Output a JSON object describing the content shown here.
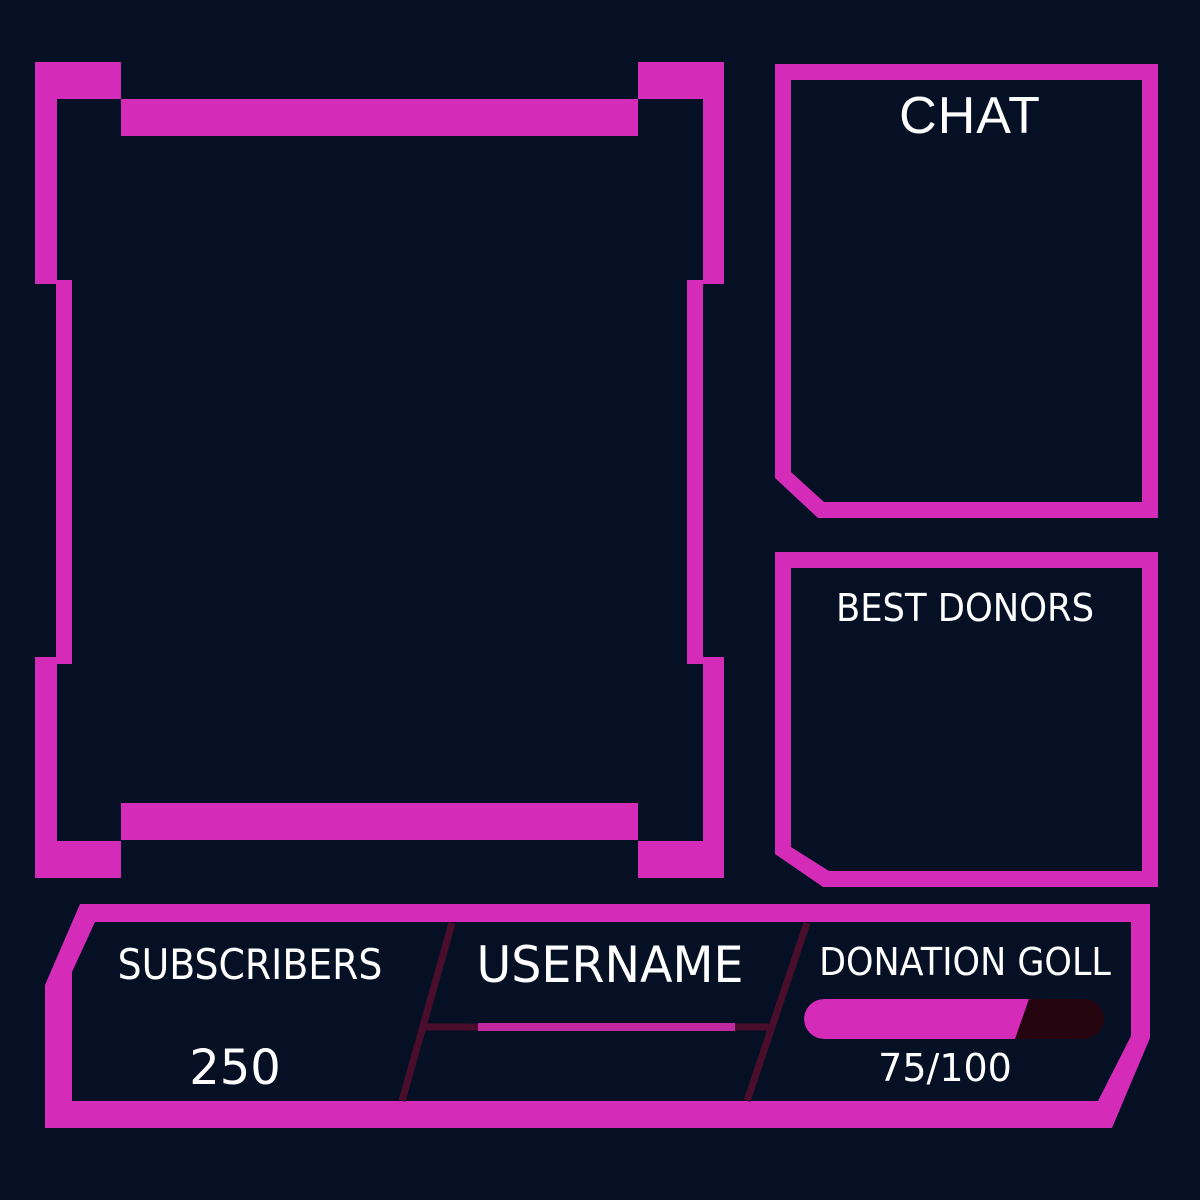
{
  "colors": {
    "background": "#061024",
    "accent": "#d42bb8",
    "divider": "#4a0e2c",
    "progress_track": "#23040f",
    "text": "#ffffff"
  },
  "camera_frame": {
    "label": ""
  },
  "chat": {
    "title": "CHAT"
  },
  "best_donors": {
    "title": "BEST DONORS"
  },
  "stats_bar": {
    "subscribers": {
      "label": "SUBSCRIBERS",
      "value": "250"
    },
    "username": {
      "label": "USERNAME"
    },
    "donation_goal": {
      "label": "DONATION GOLL",
      "current": 75,
      "target": 100,
      "display": "75/100",
      "percent": 75
    }
  }
}
